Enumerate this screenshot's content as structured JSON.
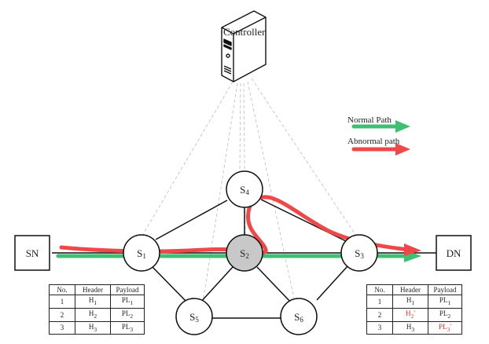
{
  "controller": {
    "label": "Controller",
    "icon": "server-tower-icon"
  },
  "legend": {
    "normal": {
      "label": "Normal Path",
      "color": "#3fbf74"
    },
    "abnormal": {
      "label": "Abnormal path",
      "color": "#f04848"
    }
  },
  "nodes": {
    "SN": {
      "label": "SN"
    },
    "DN": {
      "label": "DN"
    },
    "S1": {
      "base": "S",
      "sub": "1"
    },
    "S2": {
      "base": "S",
      "sub": "2",
      "highlighted": true,
      "fill": "#c8c8c8"
    },
    "S3": {
      "base": "S",
      "sub": "3"
    },
    "S4": {
      "base": "S",
      "sub": "4"
    },
    "S5": {
      "base": "S",
      "sub": "5"
    },
    "S6": {
      "base": "S",
      "sub": "6"
    }
  },
  "links": [
    [
      "SN",
      "S1"
    ],
    [
      "S1",
      "S2"
    ],
    [
      "S2",
      "S3"
    ],
    [
      "S3",
      "DN"
    ],
    [
      "S1",
      "S4"
    ],
    [
      "S4",
      "S2"
    ],
    [
      "S4",
      "S3"
    ],
    [
      "S1",
      "S5"
    ],
    [
      "S2",
      "S5"
    ],
    [
      "S2",
      "S6"
    ],
    [
      "S3",
      "S6"
    ],
    [
      "S5",
      "S6"
    ]
  ],
  "tables": {
    "left": {
      "headers": [
        "No.",
        "Header",
        "Payload"
      ],
      "rows": [
        {
          "no": "1",
          "h": "H",
          "hs": "1",
          "hmark": "",
          "p": "PL",
          "ps": "1",
          "pmark": ""
        },
        {
          "no": "2",
          "h": "H",
          "hs": "2",
          "hmark": "",
          "p": "PL",
          "ps": "2",
          "pmark": ""
        },
        {
          "no": "3",
          "h": "H",
          "hs": "3",
          "hmark": "",
          "p": "PL",
          "ps": "3",
          "pmark": ""
        }
      ]
    },
    "right": {
      "headers": [
        "No.",
        "Header",
        "Payload"
      ],
      "rows": [
        {
          "no": "1",
          "h": "H",
          "hs": "1",
          "hmark": "",
          "p": "PL",
          "ps": "1",
          "pmark": ""
        },
        {
          "no": "2",
          "h": "H",
          "hs": "2",
          "hmark": "'",
          "p": "PL",
          "ps": "2",
          "pmark": ""
        },
        {
          "no": "3",
          "h": "H",
          "hs": "3",
          "hmark": "",
          "p": "PL",
          "ps": "3",
          "pmark": "'"
        }
      ]
    }
  }
}
